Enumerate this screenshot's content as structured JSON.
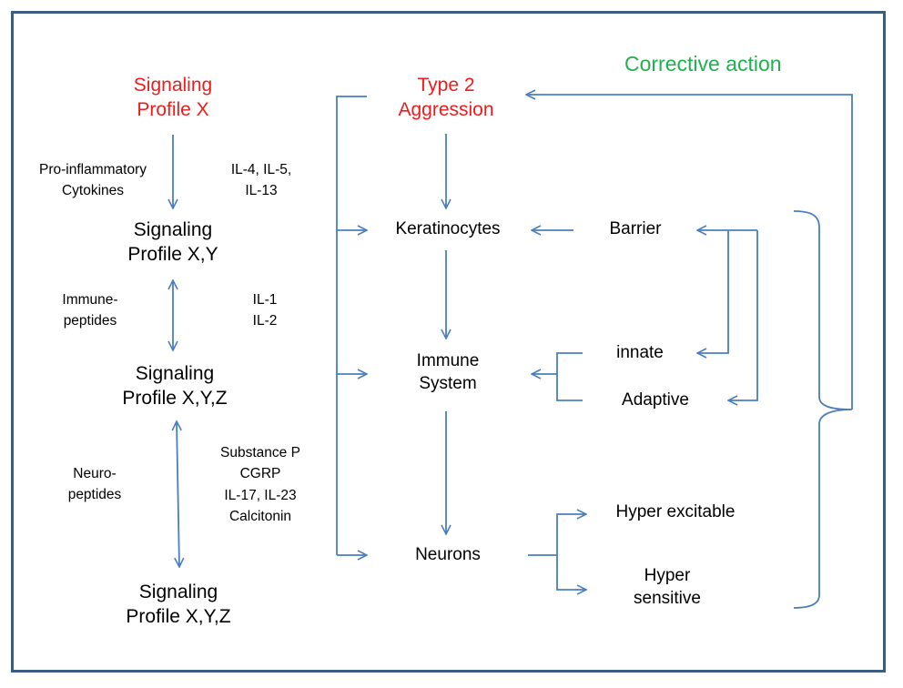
{
  "colors": {
    "frame": "#3c5a82",
    "arrow": "#4a7ebf",
    "heading_red": "#ee1c1c",
    "heading_green": "#1fb050",
    "text": "#000000"
  },
  "corrective_action": "Corrective action",
  "left_column": {
    "top": [
      "Signaling",
      "Profile X"
    ],
    "node2": [
      "Signaling",
      "Profile X,Y"
    ],
    "node3": [
      "Signaling",
      "Profile X,Y,Z"
    ],
    "node4": [
      "Signaling",
      "Profile X,Y,Z"
    ],
    "edge1_left": [
      "Pro-inflammatory",
      "Cytokines"
    ],
    "edge1_right": [
      "IL-4, IL-5,",
      "IL-13"
    ],
    "edge2_left": [
      "Immune-",
      "peptides"
    ],
    "edge2_right": [
      "IL-1",
      "IL-2"
    ],
    "edge3_left": [
      "Neuro-",
      "peptides"
    ],
    "edge3_right": [
      "Substance P",
      "CGRP",
      "IL-17, IL-23",
      "Calcitonin"
    ]
  },
  "middle_column": {
    "top": [
      "Type 2",
      "Aggression"
    ],
    "keratinocytes": "Keratinocytes",
    "immune": [
      "Immune",
      "System"
    ],
    "neurons": "Neurons"
  },
  "right_column": {
    "barrier": "Barrier",
    "innate": "innate",
    "adaptive": "Adaptive",
    "hyper_excitable": "Hyper excitable",
    "hyper_sensitive": [
      "Hyper",
      "sensitive"
    ]
  }
}
